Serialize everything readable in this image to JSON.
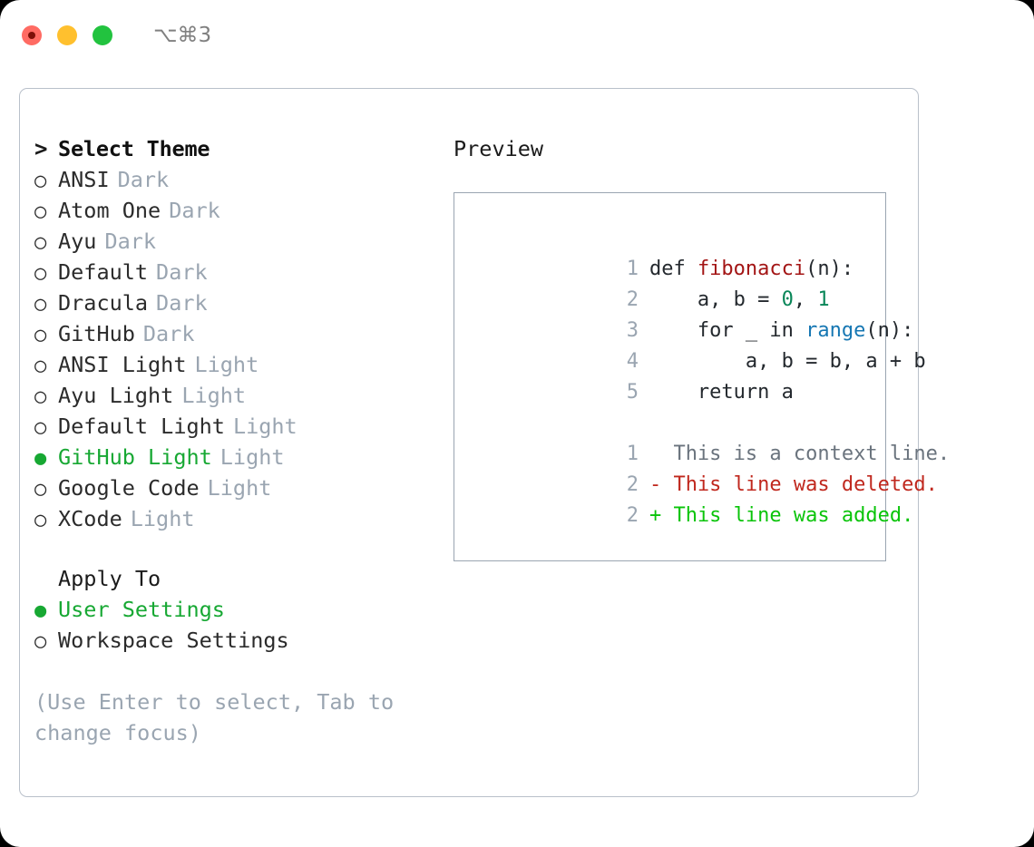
{
  "titlebar": {
    "shortcut": "⌥⌘3",
    "lights": [
      {
        "name": "close",
        "color": "#ff6b63"
      },
      {
        "name": "minimize",
        "color": "#ffc02e"
      },
      {
        "name": "zoom",
        "color": "#22c33f"
      }
    ]
  },
  "colors": {
    "accent_green": "#17a833",
    "muted": "#9aa5b1",
    "text": "#1b1b1b",
    "panel_border": "#b9c0ca",
    "preview_border": "#9aa5b1"
  },
  "theme_list": {
    "heading": "Select Theme",
    "heading_caret": ">",
    "items": [
      {
        "marker": "○",
        "label": "ANSI",
        "suffix": "Dark",
        "selected": false
      },
      {
        "marker": "○",
        "label": "Atom One",
        "suffix": "Dark",
        "selected": false
      },
      {
        "marker": "○",
        "label": "Ayu",
        "suffix": "Dark",
        "selected": false
      },
      {
        "marker": "○",
        "label": "Default",
        "suffix": "Dark",
        "selected": false
      },
      {
        "marker": "○",
        "label": "Dracula",
        "suffix": "Dark",
        "selected": false
      },
      {
        "marker": "○",
        "label": "GitHub",
        "suffix": "Dark",
        "selected": false
      },
      {
        "marker": "○",
        "label": "ANSI Light",
        "suffix": "Light",
        "selected": false
      },
      {
        "marker": "○",
        "label": "Ayu Light",
        "suffix": "Light",
        "selected": false
      },
      {
        "marker": "○",
        "label": "Default Light",
        "suffix": "Light",
        "selected": false
      },
      {
        "marker": "●",
        "label": "GitHub Light",
        "suffix": "Light",
        "selected": true
      },
      {
        "marker": "○",
        "label": "Google Code",
        "suffix": "Light",
        "selected": false
      },
      {
        "marker": "○",
        "label": "XCode",
        "suffix": "Light",
        "selected": false
      }
    ]
  },
  "apply_to": {
    "heading": "Apply To",
    "items": [
      {
        "marker": "●",
        "label": "User Settings",
        "selected": true
      },
      {
        "marker": "○",
        "label": "Workspace Settings",
        "selected": false
      }
    ]
  },
  "hint": "(Use Enter to select, Tab to change focus)",
  "preview": {
    "title": "Preview",
    "code_lines": [
      {
        "num": "1",
        "tokens": [
          {
            "t": "def ",
            "c": "plain"
          },
          {
            "t": "fibonacci",
            "c": "fn"
          },
          {
            "t": "(n):",
            "c": "plain"
          }
        ]
      },
      {
        "num": "2",
        "tokens": [
          {
            "t": "    a, b = ",
            "c": "plain"
          },
          {
            "t": "0",
            "c": "num"
          },
          {
            "t": ", ",
            "c": "plain"
          },
          {
            "t": "1",
            "c": "num"
          }
        ]
      },
      {
        "num": "3",
        "tokens": [
          {
            "t": "    for _ in ",
            "c": "plain"
          },
          {
            "t": "range",
            "c": "kwfn"
          },
          {
            "t": "(n):",
            "c": "plain"
          }
        ]
      },
      {
        "num": "4",
        "tokens": [
          {
            "t": "        a, b = b, a + b",
            "c": "plain"
          }
        ]
      },
      {
        "num": "5",
        "tokens": [
          {
            "t": "    return a",
            "c": "plain"
          }
        ]
      },
      {
        "num": "",
        "tokens": []
      },
      {
        "num": "1",
        "tokens": [
          {
            "t": "  This is a context line.",
            "c": "ctx"
          }
        ]
      },
      {
        "num": "2",
        "tokens": [
          {
            "t": "- This line was deleted.",
            "c": "del"
          }
        ]
      },
      {
        "num": "2",
        "tokens": [
          {
            "t": "+ This line was added.",
            "c": "add"
          }
        ]
      }
    ]
  }
}
